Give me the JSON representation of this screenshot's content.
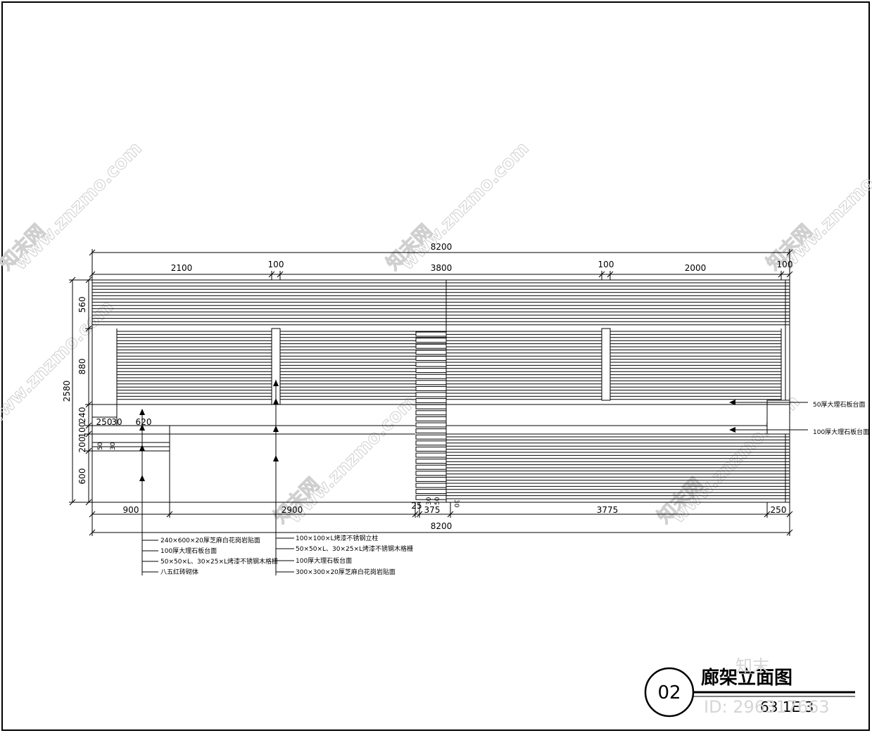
{
  "drawing": {
    "title": "廊架立面图",
    "number": "02",
    "sheet_code": "63 1E 3"
  },
  "dimensions": {
    "top_total": "8200",
    "top_segments": [
      "2100",
      "100",
      "3800",
      "100",
      "2000",
      "100"
    ],
    "left_total": "2580",
    "left_segments": [
      "560",
      "880",
      "240",
      "100",
      "200",
      "600"
    ],
    "bottom_segments": [
      "900",
      "2900",
      "25",
      "375",
      "3775",
      "250"
    ],
    "bottom_total": "8200",
    "small": [
      "250",
      "30",
      "620",
      "50",
      "30",
      "30",
      "50",
      "30"
    ]
  },
  "notes_left": [
    "240×600×20厚芝麻白花岗岩贴面",
    "100厚大理石板台面",
    "50×50×L、30×25×L烤漆不锈钢木格栅",
    "八五红砖砌体"
  ],
  "notes_mid": [
    "100×100×L烤漆不锈钢立柱",
    "50×50×L、30×25×L烤漆不锈钢木格栅",
    "100厚大理石板台面",
    "300×300×20厚芝麻白花岗岩贴面"
  ],
  "notes_right": [
    "50厚大理石板台面",
    "100厚大理石板台面"
  ],
  "watermark": {
    "site": "www.znzmo.com",
    "brand": "知末网",
    "logo": "知末",
    "id": "ID: 296317663"
  }
}
